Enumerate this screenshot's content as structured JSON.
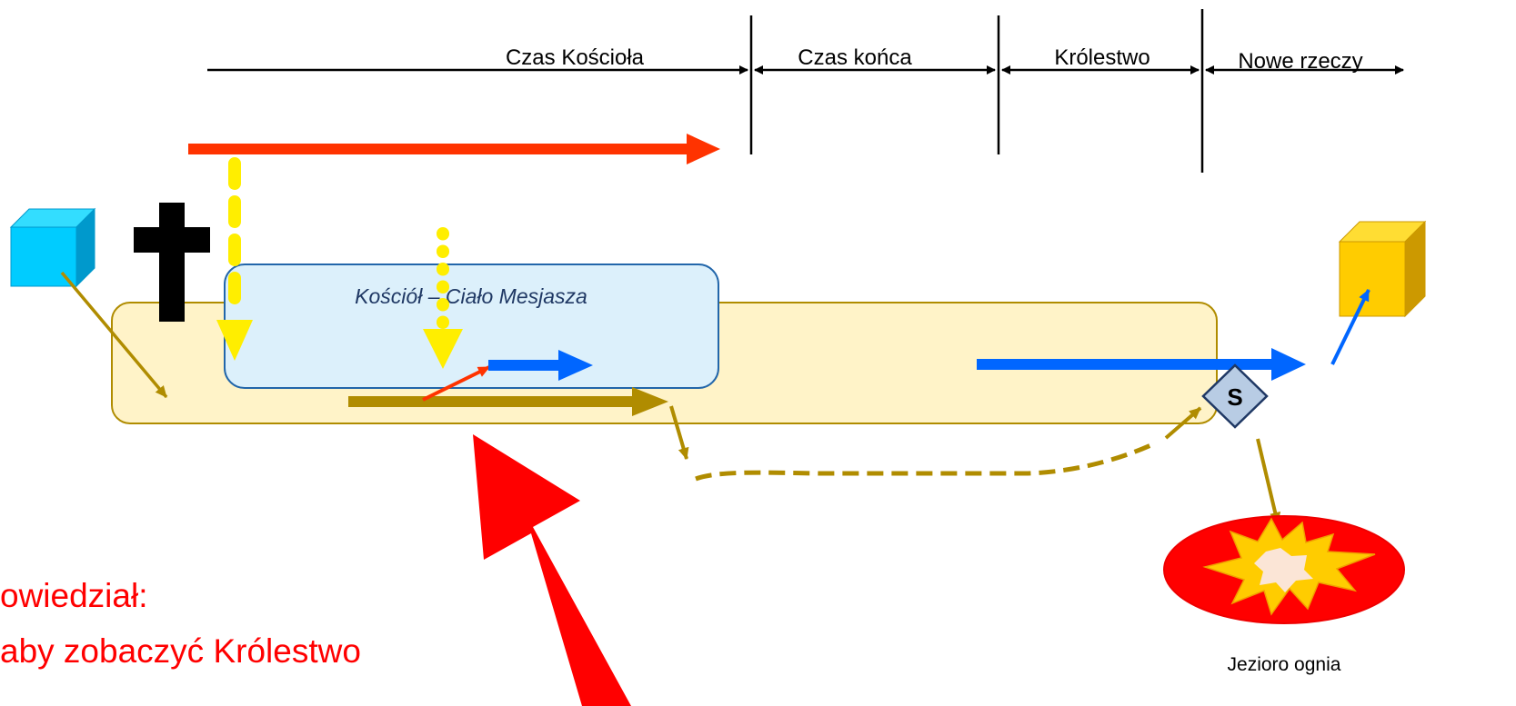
{
  "timeline": {
    "segments": [
      "Czas Kościoła",
      "Czas końca",
      "Królestwo",
      "Nowe rzeczy"
    ]
  },
  "church_box": {
    "label": "Kościół – Ciało Mesjasza"
  },
  "judgment_marker": {
    "label": "S"
  },
  "lake_of_fire": {
    "label": "Jezioro ognia"
  },
  "quote": {
    "line1": "owiedział:",
    "line2": "aby zobaczyć Królestwo"
  },
  "colors": {
    "timeline": "#000000",
    "orange_arrow": "#ff3300",
    "yellow_dash": "#ffee00",
    "olive": "#b08c00",
    "blue_arrow": "#0066ff",
    "church_fill": "#dcf0fb",
    "church_stroke": "#2266aa",
    "israel_fill": "#fff3c8",
    "cyan_cube": "#00ccff",
    "gold_cube": "#ffcc00",
    "cross": "#000000",
    "big_red_arrow": "#ff0000",
    "quote_text": "#ff0000",
    "diamond_fill": "#b8cce4",
    "fire_outer": "#ff0000",
    "fire_star": "#ffcc00",
    "fire_core": "#fbe5d6"
  },
  "icons": [
    "cube-icon",
    "cross-icon",
    "diamond-icon",
    "explosion-icon"
  ]
}
